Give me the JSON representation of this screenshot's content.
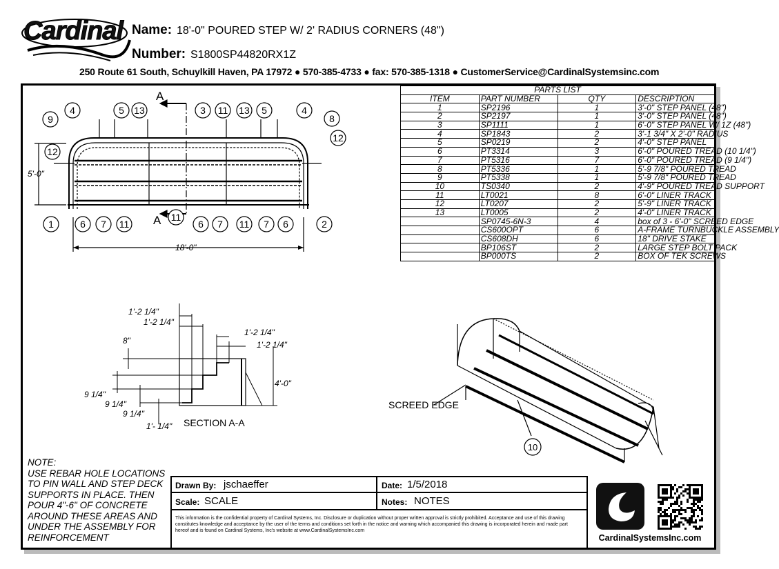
{
  "header": {
    "logo_text": "Cardinal",
    "name_label": "Name:",
    "name_value": "18'-0\" POURED STEP W/ 2' RADIUS CORNERS (48\")",
    "number_label": "Number:",
    "number_value": "S1800SP44820RX1Z",
    "address": "250 Route 61 South, Schuylkill Haven, PA 17972 ● 570-385-4733 ● fax: 570-385-1318 ● CustomerService@CardinalSystemsinc.com"
  },
  "parts_list": {
    "title": "PARTS LIST",
    "headers": [
      "ITEM",
      "PART NUMBER",
      "QTY",
      "DESCRIPTION"
    ],
    "rows": [
      [
        "1",
        "SP2196",
        "1",
        "3'-0\" STEP PANEL (48\")"
      ],
      [
        "2",
        "SP2197",
        "1",
        "3'-0\" STEP PANEL (48\")"
      ],
      [
        "3",
        "SP1111",
        "1",
        "6'-0\" STEP PANEL W/ 1Z (48\")"
      ],
      [
        "4",
        "SP1843",
        "2",
        "3'-1 3/4\" X 2'-0\" RADIUS"
      ],
      [
        "5",
        "SP0219",
        "2",
        "4'-0\" STEP PANEL"
      ],
      [
        "6",
        "PT3314",
        "3",
        "6'-0\" POURED TREAD (10 1/4\")"
      ],
      [
        "7",
        "PT5316",
        "7",
        "6'-0\" POURED TREAD (9 1/4\")"
      ],
      [
        "8",
        "PT5336",
        "1",
        "5'-9 7/8\" POURED TREAD"
      ],
      [
        "9",
        "PT5338",
        "1",
        "5'-9 7/8\" POURED TREAD"
      ],
      [
        "10",
        "TS0340",
        "2",
        "4'-9\" POURED TREAD SUPPORT"
      ],
      [
        "11",
        "LT0021",
        "8",
        "6'-0\" LINER TRACK"
      ],
      [
        "12",
        "LT0207",
        "2",
        "5'-9\" LINER TRACK"
      ],
      [
        "13",
        "LT0005",
        "2",
        "4'-0\" LINER TRACK"
      ],
      [
        "",
        "SP0745-6N-3",
        "4",
        "box of 3 - 6'-0\" SCREED EDGE"
      ],
      [
        "",
        "CS600OPT",
        "6",
        "A-FRAME TURNBUCKLE ASSEMBLY"
      ],
      [
        "",
        "CS608DH",
        "6",
        "18\" DRIVE STAKE"
      ],
      [
        "",
        "BP106ST",
        "2",
        "LARGE STEP BOLT PACK"
      ],
      [
        "",
        "BP000TS",
        "2",
        "BOX OF TEK SCREWS"
      ]
    ]
  },
  "plan_view": {
    "section_letter_left": "A",
    "section_letter_right": "A",
    "dim_height": "5'-0\"",
    "dim_length": "18'-0\"",
    "balloons": [
      "4",
      "5",
      "13",
      "3",
      "11",
      "13",
      "5",
      "4",
      "9",
      "8",
      "12",
      "12",
      "1",
      "6",
      "7",
      "11",
      "11",
      "6",
      "7",
      "11",
      "7",
      "6",
      "2"
    ]
  },
  "section_view": {
    "title": "SECTION A-A",
    "dims": [
      "1'-2 1/4\"",
      "1'-2 1/4\"",
      "1'-2 1/4\"",
      "1'-2 1/4\"",
      "8\"",
      "4'-0\"",
      "9 1/4\"",
      "9 1/4\"",
      "9 1/4\"",
      "1'- 1/4\""
    ]
  },
  "iso_view": {
    "callout_screed": "SCREED EDGE",
    "balloon": "10"
  },
  "note": {
    "text": "NOTE:\nUSE REBAR HOLE LOCATIONS TO PIN WALL AND STEP DECK SUPPORTS IN PLACE. THEN POUR 4\"-6\" OF CONCRETE AROUND THESE AREAS AND UNDER THE ASSEMBLY FOR REINFORCEMENT"
  },
  "title_block": {
    "drawn_by_label": "Drawn By:",
    "drawn_by_value": "jschaeffer",
    "date_label": "Date:",
    "date_value": "1/5/2018",
    "scale_label": "Scale:",
    "scale_value": "SCALE",
    "notes_label": "Notes:",
    "notes_value": "NOTES",
    "legal": "This information is the confidential property of Cardinal Systems, Inc. Disclosure or duplication without proper written approval is strictly prohibited. Acceptance and use of this drawing constitutes knowledge and acceptance by the user of the terms and conditions set forth in the notice and warning which accompanied this drawing is incorporated herein and made part hereof and is found on Cardinal Systems, Inc's website at www.CardinalSystemsInc.com",
    "website": "CardinalSystemsInc.com"
  }
}
